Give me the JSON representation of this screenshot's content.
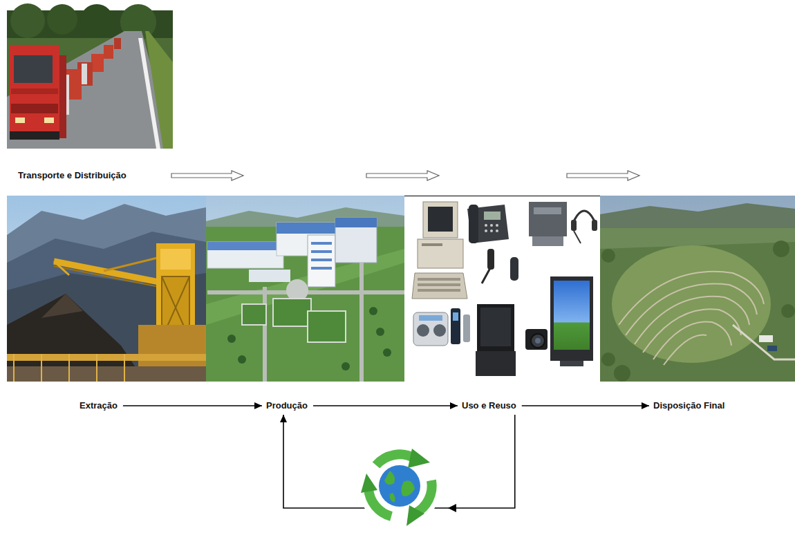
{
  "diagram": {
    "nodes": [
      {
        "text": [
          "Transporte e Distribuição"
        ]
      },
      {
        "text": [
          "Extração"
        ]
      },
      {
        "text": [
          "Produção"
        ]
      },
      {
        "text": [
          "Uso e Reuso"
        ]
      },
      {
        "text": [
          "Disposição Final"
        ]
      }
    ],
    "edges": [
      {
        "from": 1,
        "to": 2,
        "arrow": "to"
      },
      {
        "from": 2,
        "to": 3,
        "arrow": "to"
      },
      {
        "from": 3,
        "to": 4,
        "arrow": "to"
      },
      {
        "from": 3,
        "to": 2,
        "arrow": "to"
      }
    ]
  }
}
